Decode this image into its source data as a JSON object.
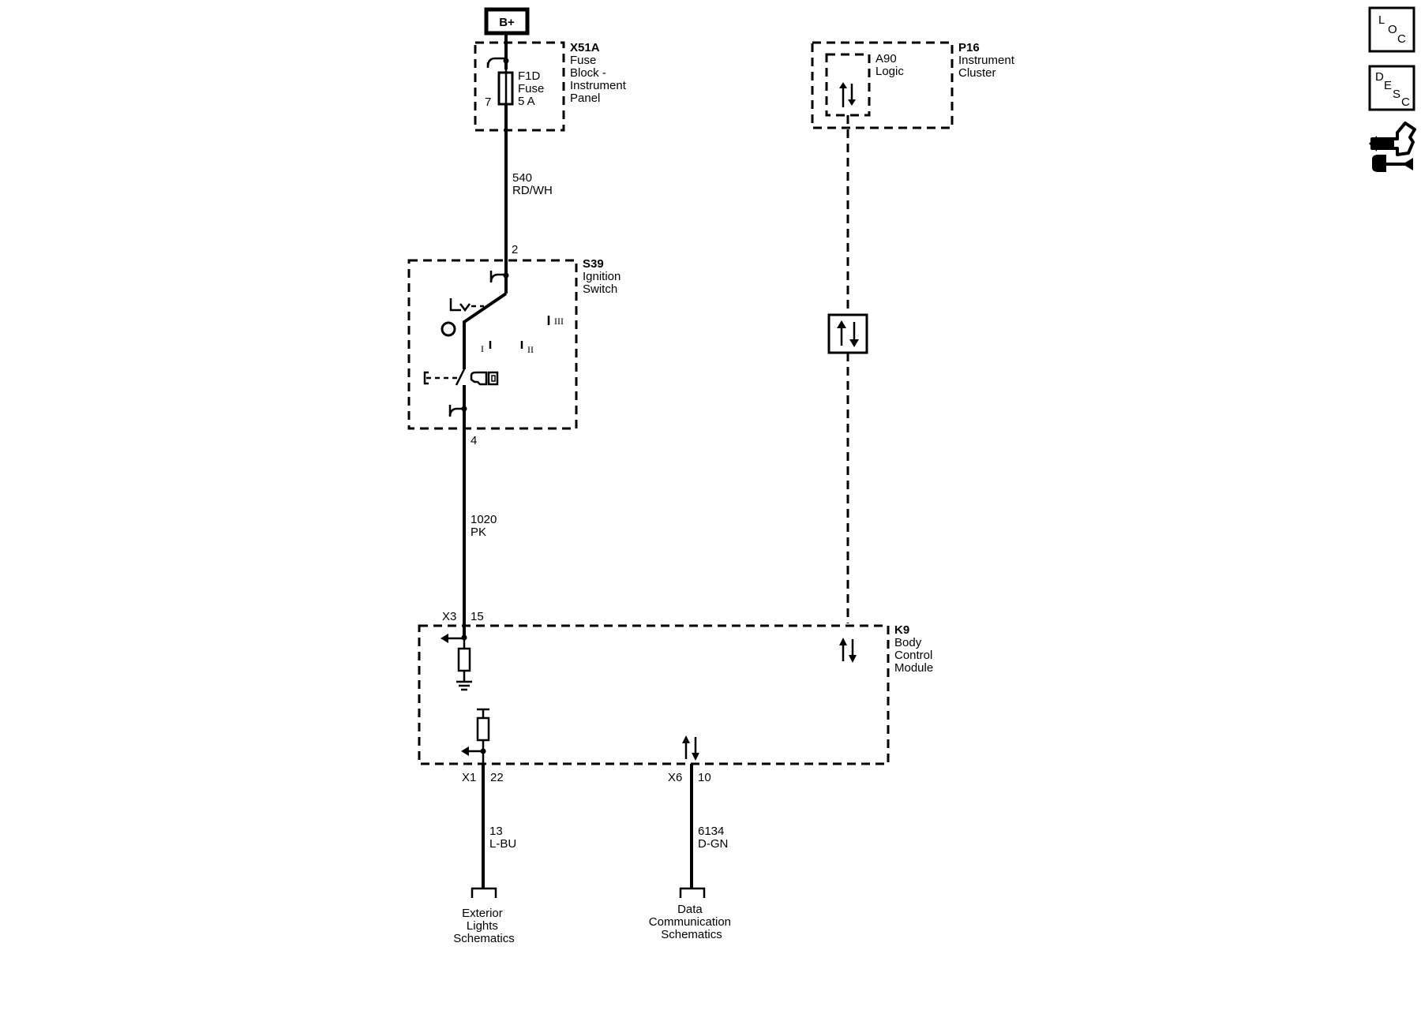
{
  "power": {
    "label": "B+"
  },
  "fuse_block": {
    "ref": "X51A",
    "name_lines": [
      "Fuse",
      "Block -",
      "Instrument",
      "Panel"
    ],
    "pin": "7",
    "fuse_lines": [
      "F1D",
      "Fuse",
      "5 A"
    ]
  },
  "wire_540": {
    "circuit": "540",
    "color": "RD/WH"
  },
  "ignition_switch": {
    "ref": "S39",
    "name_lines": [
      "Ignition",
      "Switch"
    ],
    "pin_in": "2",
    "pin_out": "4",
    "positions": [
      "I",
      "II",
      "III"
    ]
  },
  "wire_1020": {
    "circuit": "1020",
    "color": "PK"
  },
  "instrument_cluster": {
    "ref": "P16",
    "name_lines": [
      "Instrument",
      "Cluster"
    ],
    "logic_ref": "A90",
    "logic_name": "Logic"
  },
  "bcm": {
    "ref": "K9",
    "name_lines": [
      "Body",
      "Control",
      "Module"
    ],
    "conn_x3": "X3",
    "pin_x3": "15",
    "conn_x1": "X1",
    "pin_x1": "22",
    "conn_x6": "X6",
    "pin_x6": "10"
  },
  "wire_13": {
    "circuit": "13",
    "color": "L-BU"
  },
  "wire_6134": {
    "circuit": "6134",
    "color": "D-GN"
  },
  "ref_exterior": {
    "lines": [
      "Exterior",
      "Lights",
      "Schematics"
    ]
  },
  "ref_data": {
    "lines": [
      "Data",
      "Communication",
      "Schematics"
    ]
  },
  "nav": {
    "loc": [
      "L",
      "O",
      "C"
    ],
    "desc": [
      "D",
      "E",
      "S",
      "C"
    ],
    "diag_icon": "diagnostic-tools-icon"
  }
}
